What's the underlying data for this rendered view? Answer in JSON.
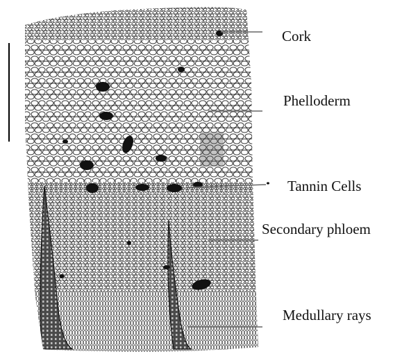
{
  "figure": {
    "labels": {
      "cork": "Cork",
      "phelloderm": "Phelloderm",
      "tannin_cells": "Tannin Cells",
      "secondary_phloem": "Secondary phloem",
      "medullary_rays": "Medullary rays"
    }
  },
  "colors": {
    "ink": "#111111",
    "cell_wall": "#3a3a3a",
    "background": "#ffffff"
  }
}
